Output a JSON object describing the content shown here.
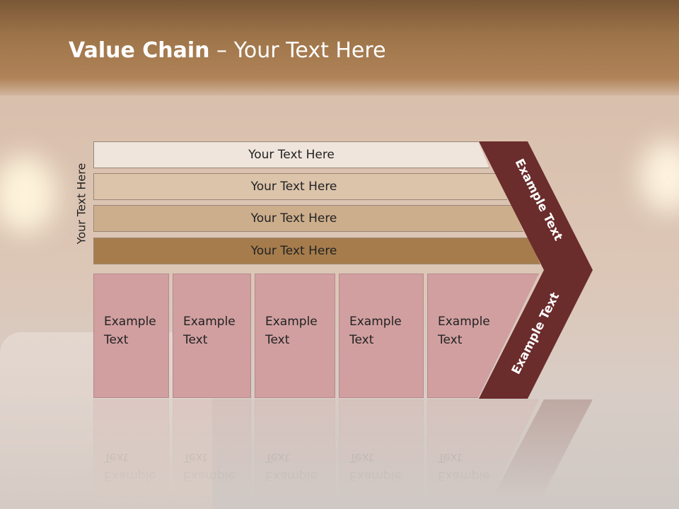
{
  "title": {
    "bold": "Value Chain",
    "rest": " – Your Text Here"
  },
  "side_label": "Your Text Here",
  "bars": [
    {
      "label": "Your Text Here"
    },
    {
      "label": "Your Text Here"
    },
    {
      "label": "Your Text Here"
    },
    {
      "label": "Your Text Here"
    }
  ],
  "boxes": [
    {
      "line1": "Example",
      "line2": "Text"
    },
    {
      "line1": "Example",
      "line2": "Text"
    },
    {
      "line1": "Example",
      "line2": "Text"
    },
    {
      "line1": "Example",
      "line2": "Text"
    },
    {
      "line1": "Example",
      "line2": "Text"
    }
  ],
  "arrow_upper": "Example Text",
  "arrow_lower": "Example Text",
  "colors": {
    "title_bar": "#a07548",
    "bar1": "#efe5dc",
    "bar2": "#dcc4ab",
    "bar3": "#cdae8c",
    "bar4": "#a67c4c",
    "boxes": "#d19fa0",
    "arrow": "#6b2c2c"
  }
}
